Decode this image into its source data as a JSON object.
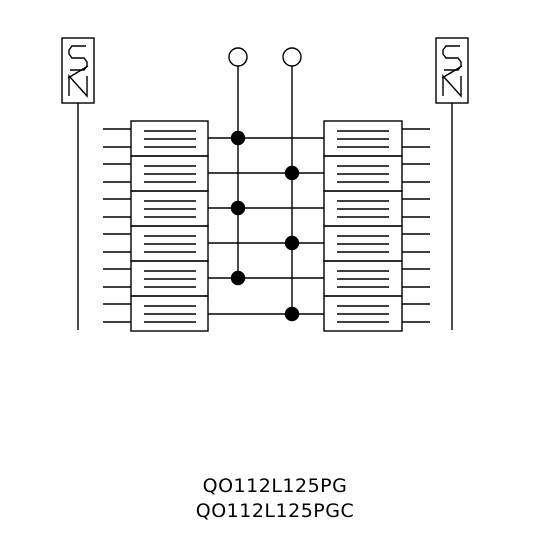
{
  "diagram": {
    "neutral_tag_left": "S/N",
    "neutral_tag_right": "S/N",
    "breaker_rows": 6,
    "stroke_color": "#000000",
    "background_color": "#ffffff"
  },
  "model_numbers": [
    "QO112L125PG",
    "QO112L125PGC"
  ]
}
